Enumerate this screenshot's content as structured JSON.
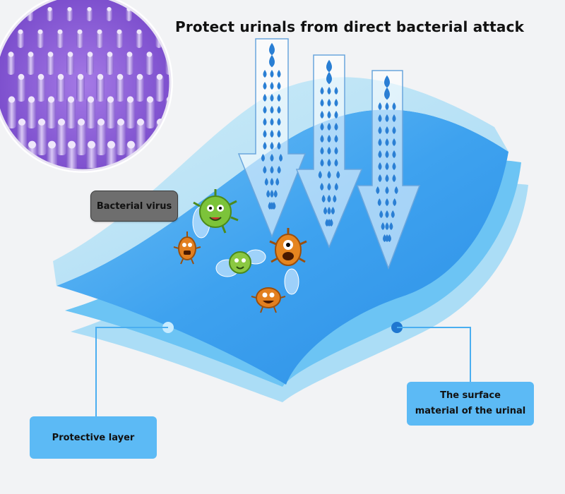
{
  "title": "Protect urinals from direct bacterial attack",
  "labels": {
    "bacterial_virus": "Bacterial virus",
    "surface_line1": "The surface",
    "surface_line2": "material of the urinal",
    "protective_layer": "Protective layer"
  },
  "colors": {
    "background": "#f2f3f5",
    "label_blue": "#5cbaf5",
    "label_gray": "#6e6e6e",
    "sheet_blue": "#2f97ea",
    "drop_blue": "#2a7fd4",
    "bristle_purple": "#8a55d6"
  },
  "icons": [
    "bristle-mat-photo",
    "water-drop-arrow-icon",
    "bacteria-icon"
  ]
}
